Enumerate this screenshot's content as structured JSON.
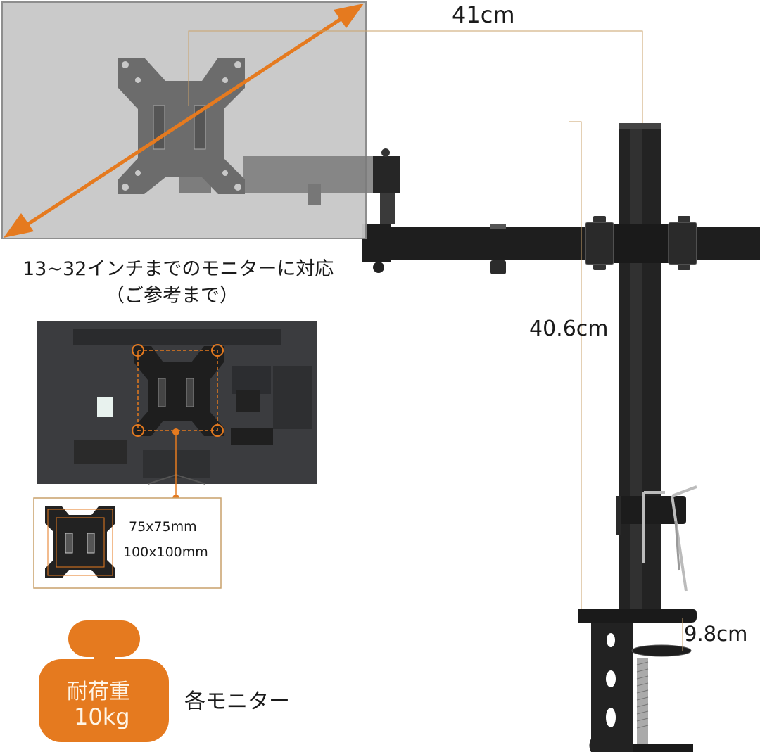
{
  "colors": {
    "accent": "#e57a1f",
    "dimension_line": "#c9a16a",
    "metal_dark": "#1e1e1e",
    "monitor_overlay": "#c8c8c8",
    "tv_back": "#3a3b3e"
  },
  "dimensions": {
    "arm_length": "41cm",
    "pole_height": "40.6cm",
    "clamp_opening": "9.8cm"
  },
  "monitor_support": {
    "line1": "13~32インチまでのモニターに対応",
    "line2": "（ご参考まで）"
  },
  "vesa": {
    "size1": "75x75mm",
    "size2": "100x100mm"
  },
  "load": {
    "badge_line1": "耐荷重",
    "badge_line2": "10kg",
    "caption": "各モニター"
  }
}
